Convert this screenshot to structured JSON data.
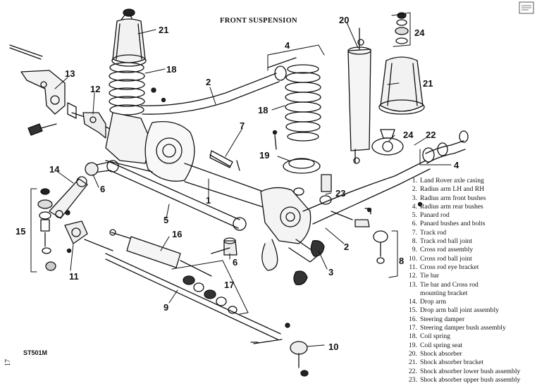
{
  "title": "FRONT SUSPENSION",
  "drawing_code": "ST501M",
  "page_number": "17",
  "legend": [
    {
      "num": "1.",
      "text": "Land Rover axle casing"
    },
    {
      "num": "2.",
      "text": "Radius arm LH and RH"
    },
    {
      "num": "3.",
      "text": "Radius arm front bushes"
    },
    {
      "num": "4.",
      "text": "Radius arm rear bushes"
    },
    {
      "num": "5.",
      "text": "Panard rod"
    },
    {
      "num": "6.",
      "text": "Panard bushes and bolts"
    },
    {
      "num": "7.",
      "text": "Track rod"
    },
    {
      "num": "8.",
      "text": "Track rod ball joint"
    },
    {
      "num": "9.",
      "text": "Cross rod assembly"
    },
    {
      "num": "10.",
      "text": "Cross rod ball joint"
    },
    {
      "num": "11.",
      "text": "Cross rod eye bracket"
    },
    {
      "num": "12.",
      "text": "Tie bar"
    },
    {
      "num": "13.",
      "text": "Tie bar and Cross rod"
    },
    {
      "num": "",
      "text": "mounting bracket"
    },
    {
      "num": "14.",
      "text": "Drop arm"
    },
    {
      "num": "15.",
      "text": "Drop arm ball joint assembly"
    },
    {
      "num": "16.",
      "text": "Steering damper"
    },
    {
      "num": "17.",
      "text": "Steering damper bush assembly"
    },
    {
      "num": "18.",
      "text": "Coil spring"
    },
    {
      "num": "19.",
      "text": "Coil spring seat"
    },
    {
      "num": "20.",
      "text": "Shock absorber"
    },
    {
      "num": "21.",
      "text": "Shock absorber bracket"
    },
    {
      "num": "22.",
      "text": "Shock absorber lower bush assembly"
    },
    {
      "num": "23.",
      "text": "Shock absorber upper bush assembly"
    }
  ],
  "callouts": {
    "c21a": "21",
    "c18a": "18",
    "c13": "13",
    "c12": "12",
    "c2a": "2",
    "c4a": "4",
    "c20": "20",
    "c24a": "24",
    "c21b": "21",
    "c18b": "18",
    "c7": "7",
    "c19": "19",
    "c24b": "24",
    "c22": "22",
    "c4b": "4",
    "c14": "14",
    "c6a": "6",
    "c1": "1",
    "c23": "23",
    "c15": "15",
    "c5": "5",
    "c16": "16",
    "c2b": "2",
    "c8": "8",
    "c11": "11",
    "c6b": "6",
    "c3": "3",
    "c17": "17",
    "c9": "9",
    "c10": "10"
  }
}
